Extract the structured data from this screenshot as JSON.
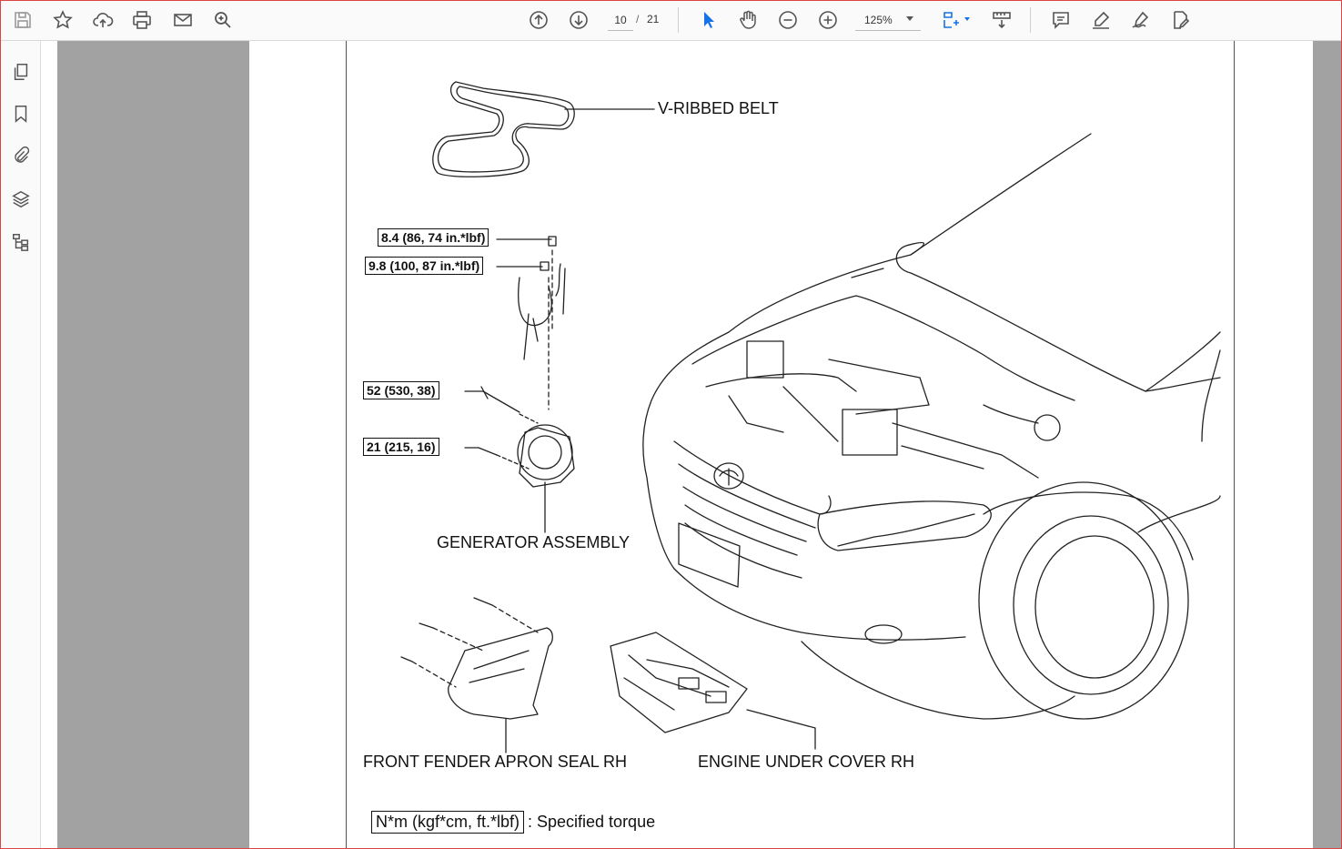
{
  "toolbar": {
    "icons": [
      "save-icon",
      "star-icon",
      "upload-icon",
      "print-icon",
      "email-icon",
      "search-icon",
      "prev-page-icon",
      "next-page-icon",
      "select-cursor-icon",
      "hand-tool-icon",
      "zoom-out-icon",
      "zoom-in-icon",
      "fit-page-icon",
      "read-mode-icon",
      "comment-icon",
      "highlight-icon",
      "sign-icon",
      "edit-icon"
    ],
    "page_current": "10",
    "page_separator": "/",
    "page_total": "21",
    "zoom_value": "125%",
    "accent_color": "#1473e6"
  },
  "left_rail": {
    "icons": [
      "pages-icon",
      "bookmark-icon",
      "attachment-icon",
      "layers-icon",
      "structure-icon"
    ]
  },
  "document": {
    "labels": {
      "v_ribbed_belt": "V-RIBBED BELT",
      "generator_assembly": "GENERATOR ASSEMBLY",
      "front_fender_apron_seal": "FRONT FENDER APRON SEAL RH",
      "engine_under_cover": "ENGINE UNDER COVER RH"
    },
    "torque_specs": [
      "8.4 (86, 74 in.*lbf)",
      "9.8 (100, 87 in.*lbf)",
      "52 (530, 38)",
      "21 (215, 16)"
    ],
    "legend": {
      "unit": "N*m (kgf*cm, ft.*lbf)",
      "description": ": Specified torque"
    }
  }
}
